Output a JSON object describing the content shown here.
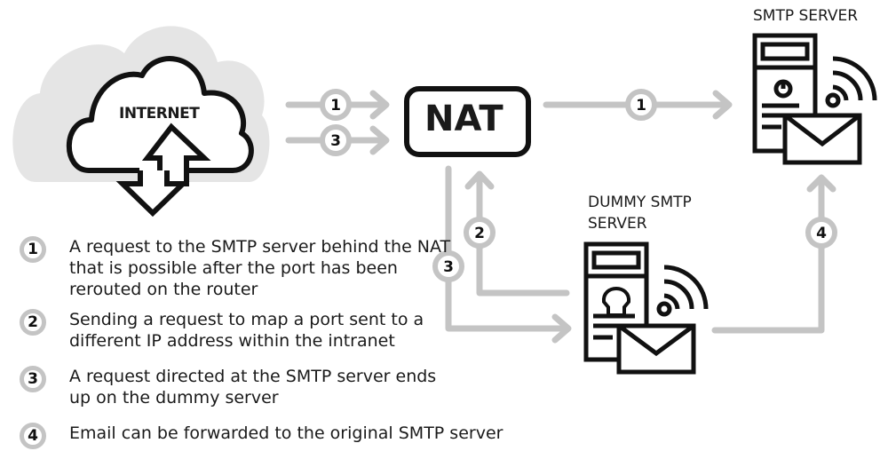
{
  "colors": {
    "arrow": "#c4c4c4",
    "stroke": "#111111",
    "cloud": "#e5e5e5",
    "text": "#1a1a1a"
  },
  "nodes": {
    "internet": {
      "label": "INTERNET",
      "icon": "cloud-upload-download-icon"
    },
    "nat": {
      "label": "NAT"
    },
    "smtp_server": {
      "label": "SMTP SERVER",
      "icon": "server-mail-icon"
    },
    "dummy_server": {
      "label_line1": "DUMMY SMTP",
      "label_line2": "SERVER",
      "icon": "server-skull-mail-icon"
    }
  },
  "edges": [
    {
      "step": "1",
      "from": "internet",
      "to": "nat"
    },
    {
      "step": "3",
      "from": "internet",
      "to": "nat"
    },
    {
      "step": "1",
      "from": "nat",
      "to": "smtp_server"
    },
    {
      "step": "2",
      "from": "dummy_server",
      "to": "nat"
    },
    {
      "step": "3",
      "from": "nat",
      "to": "dummy_server"
    },
    {
      "step": "4",
      "from": "dummy_server",
      "to": "smtp_server"
    }
  ],
  "legend": [
    {
      "num": "1",
      "text": "A request to the SMTP server behind the NAT that is possible after the port has been rerouted on the router"
    },
    {
      "num": "2",
      "text": "Sending a request to map a port sent to a different IP address within the intranet"
    },
    {
      "num": "3",
      "text": "A request directed at the SMTP server ends up on the dummy server"
    },
    {
      "num": "4",
      "text": "Email can be forwarded to the original SMTP server"
    }
  ]
}
